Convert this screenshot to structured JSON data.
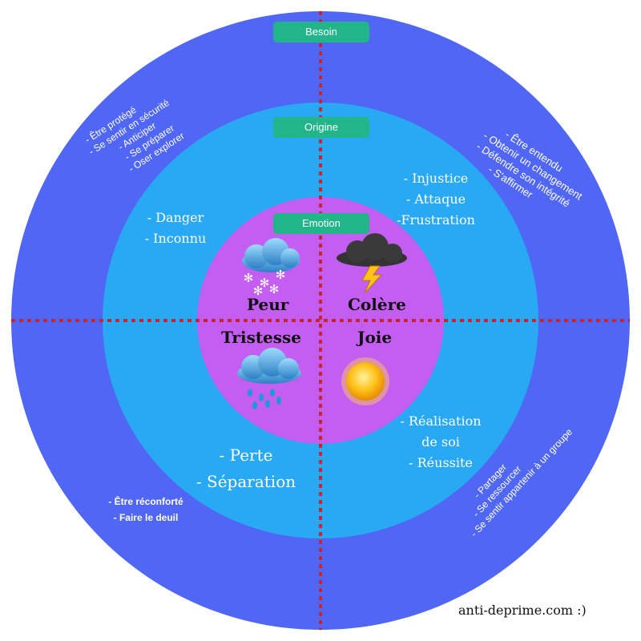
{
  "layers": {
    "need_label": "Besoin",
    "origin_label": "Origine",
    "emotion_label": "Emotion"
  },
  "emotions": {
    "fear": "Peur",
    "anger": "Colère",
    "sadness": "Tristesse",
    "joy": "Joie"
  },
  "origins": {
    "fear": [
      "- Danger",
      "- Inconnu"
    ],
    "anger": [
      "- Injustice",
      "- Attaque",
      "-Frustration"
    ],
    "sadness": [
      "- Perte",
      "- Séparation"
    ],
    "joy": [
      "- Réalisation",
      "de soi",
      "- Réussite"
    ]
  },
  "needs": {
    "fear": [
      "- Être protégé",
      "- Se sentir en sécurité",
      "- Anticiper",
      "- Se préparer",
      "- Oser explorer"
    ],
    "anger": [
      "- Être entendu",
      "- Obtenir un changement",
      "- Défendre son intégrité",
      "- S'affirmer"
    ],
    "sadness": [
      "- Être réconforté",
      "- Faire le deuil"
    ],
    "joy": [
      "- Partager",
      "- Se ressourcer",
      "- Se sentir appartenir à un groupe"
    ]
  },
  "icons": {
    "fear": "snow-cloud-icon",
    "anger": "storm-cloud-icon",
    "sadness": "rain-cloud-icon",
    "joy": "sun-icon"
  },
  "colors": {
    "outer_ring": "#5067f5",
    "middle_ring": "#29a9f3",
    "inner_circle": "#c45df2",
    "label_pill": "#22b58a",
    "axis_dots": "#c8232f"
  },
  "credit": "anti-deprime.com :)"
}
